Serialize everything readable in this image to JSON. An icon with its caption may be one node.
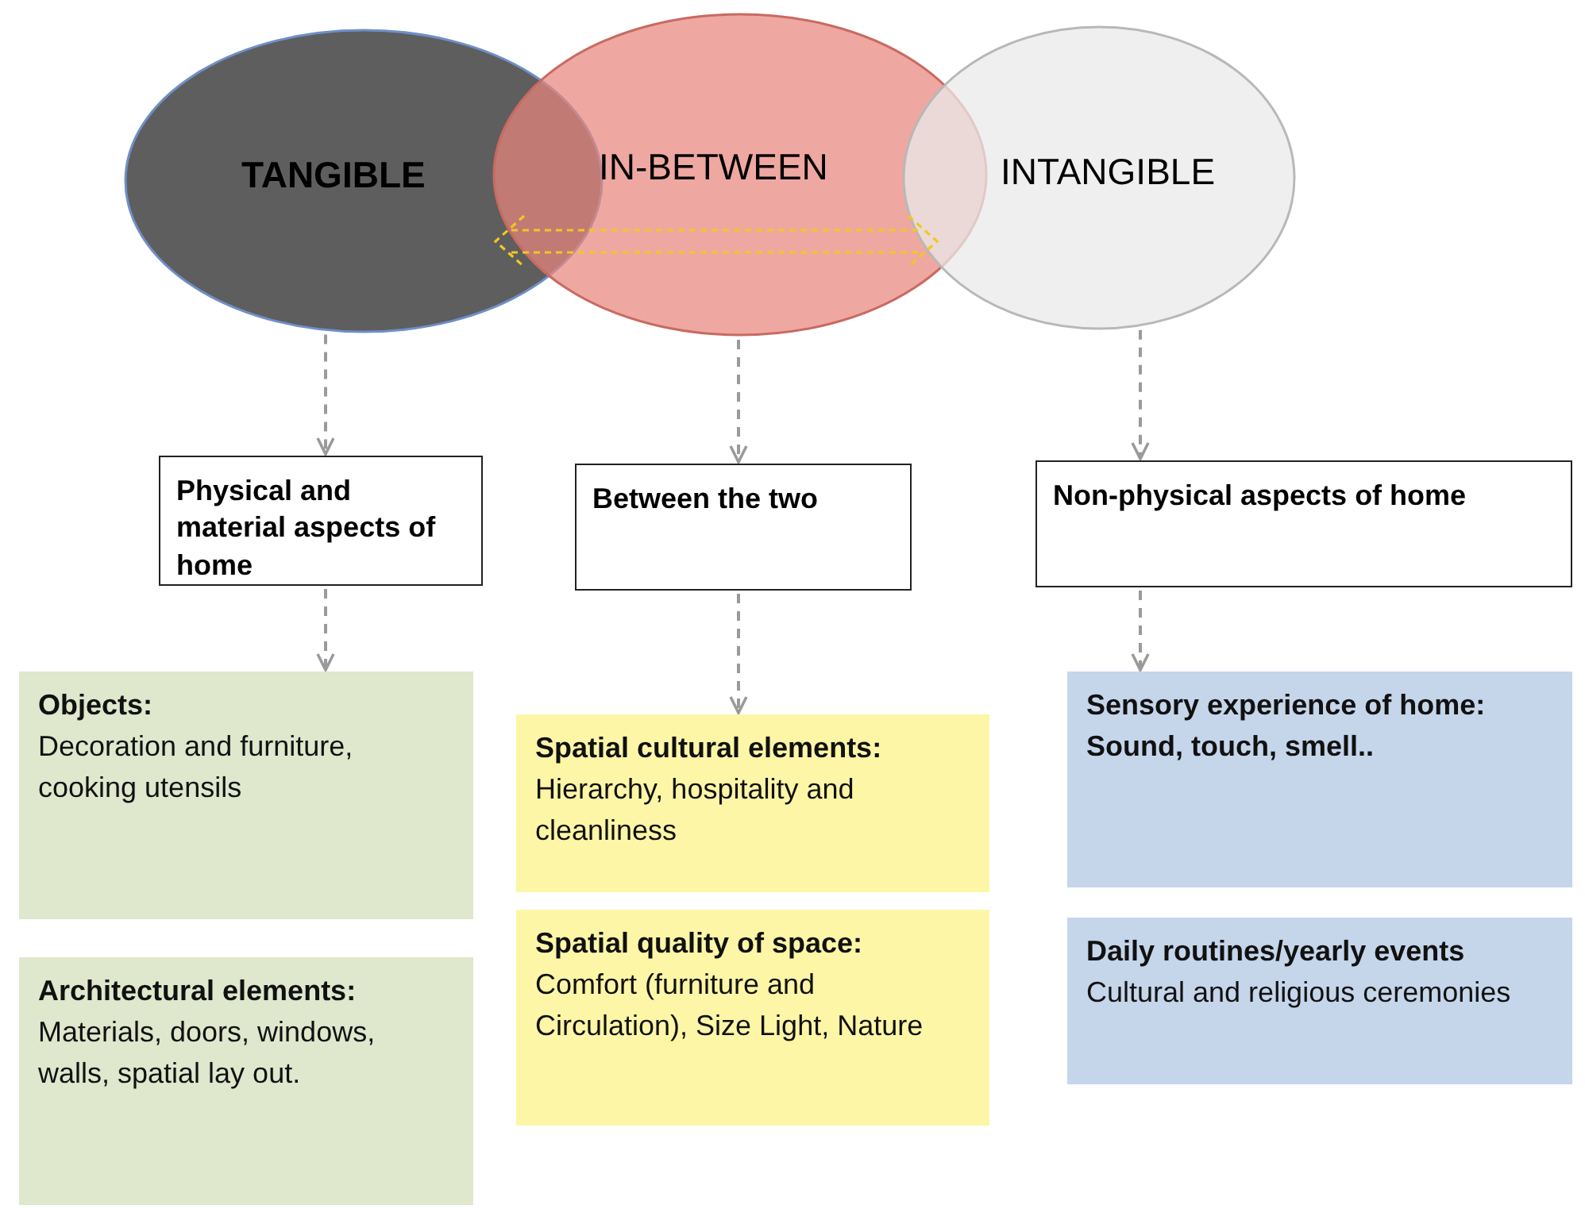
{
  "diagram": {
    "nodes": [
      {
        "text": [
          "TANGIBLE"
        ]
      },
      {
        "text": [
          "IN-BETWEEN"
        ]
      },
      {
        "text": [
          "INTANGIBLE"
        ]
      },
      {
        "text": [
          "Physical and material aspects of home"
        ]
      },
      {
        "text": [
          "Between the two"
        ]
      },
      {
        "text": [
          "Non-physical aspects of home"
        ]
      },
      {
        "text": [
          "**Objects**:",
          "Decoration and furniture, cooking utensils"
        ]
      },
      {
        "text": [
          "Architectural elements:",
          "Materials, doors, windows, walls, spatial lay out."
        ]
      },
      {
        "text": [
          "Spatial cultural elements:",
          "Hierarchy, hospitality and cleanliness"
        ]
      },
      {
        "text": [
          "Spatial quality of space:",
          "Comfort (furniture and Circulation), Size Light, Nature"
        ]
      },
      {
        "text": [
          "Sensory experience of home:",
          "Sound, touch, smell.."
        ]
      },
      {
        "text": [
          "Daily routines/yearly events",
          "Cultural and religious ceremonies"
        ]
      }
    ],
    "edges": [
      {
        "from": 0,
        "to": 3,
        "arrow": "to",
        "style": "dashed"
      },
      {
        "from": 1,
        "to": 4,
        "arrow": "to",
        "style": "dashed"
      },
      {
        "from": 2,
        "to": 5,
        "arrow": "to",
        "style": "dashed"
      },
      {
        "from": 3,
        "to": 6,
        "arrow": "to",
        "style": "dashed"
      },
      {
        "from": 4,
        "to": 8,
        "arrow": "to",
        "style": "dashed"
      },
      {
        "from": 5,
        "to": 10,
        "arrow": "to",
        "style": "dashed"
      }
    ]
  }
}
